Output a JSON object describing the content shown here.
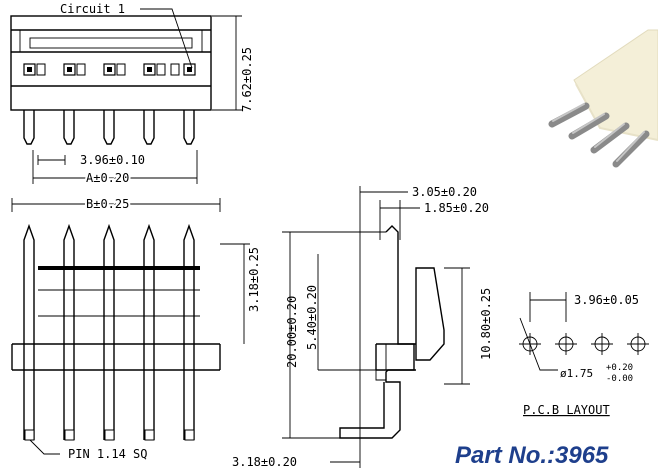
{
  "labels": {
    "circuit": "Circuit 1",
    "dim_height_top": "7.62±0.25",
    "dim_pitch": "3.96±0.10",
    "dim_a": "A±0.20",
    "dim_b": "B±0.25",
    "dim_318_front": "3.18±0.25",
    "dim_pin": "PIN 1.14 SQ",
    "dim_305": "3.05±0.20",
    "dim_185": "1.85±0.20",
    "dim_2000": "20.00±0.20",
    "dim_540": "5.40±0.20",
    "dim_1080": "10.80±0.25",
    "dim_318_side": "3.18±0.20",
    "dim_pcb_pitch": "3.96±0.05",
    "dim_hole": "ø1.75",
    "dim_hole_tol_plus": "+0.20",
    "dim_hole_tol_minus": "-0.00",
    "pcb_layout": "P.C.B LAYOUT",
    "part_no": "Part No.:3965"
  },
  "colors": {
    "line": "#000000",
    "part_no": "#1e3f8c",
    "photo_body": "#f4efd8",
    "photo_pin": "#8a8a8a"
  },
  "icons": [
    "connector-photo",
    "pcb-hole-crosshair"
  ]
}
